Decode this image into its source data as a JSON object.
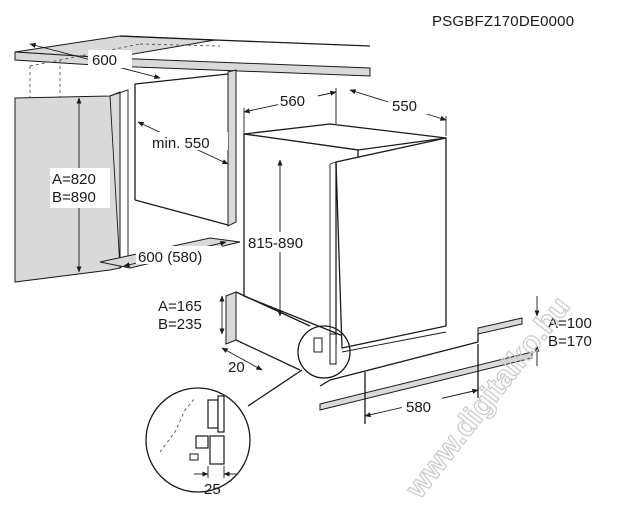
{
  "product_code": "PSGBFZ170DE0000",
  "watermark": "www.digitalko.hu",
  "dimensions": {
    "cabinet_width": "600",
    "niche_height": "A=820\nB=890",
    "niche_depth_min": "min. 550",
    "niche_bottom_depth": "600 (580)",
    "appliance_width": "560",
    "appliance_depth": "550",
    "appliance_height": "815-890",
    "plinth_left": "A=165\nB=235",
    "plinth_left_offset": "20",
    "plinth_right": "A=100\nB=170",
    "plinth_width": "580",
    "detail_gap": "25"
  }
}
